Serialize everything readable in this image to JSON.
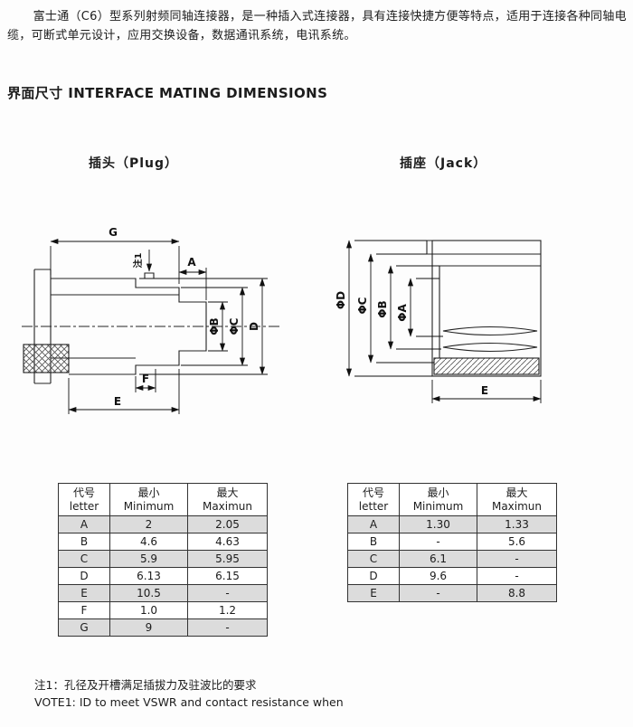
{
  "intro": "富士通（C6）型系列射频同轴连接器，是一种插入式连接器，具有连接快捷方便等特点，适用于连接各种同轴电缆，可断式单元设计，应用交换设备，数据通讯系统，电讯系统。",
  "section": {
    "title": "界面尺寸 INTERFACE MATING DIMENSIONS"
  },
  "plug": {
    "label": "插头（Plug）",
    "dims": {
      "g": "G",
      "note": "注1",
      "a": "A",
      "phiB": "ΦB",
      "phiC": "ΦC",
      "d": "D",
      "f": "F",
      "e": "E"
    },
    "table": {
      "headers": [
        {
          "cn": "代号",
          "en": "letter"
        },
        {
          "cn": "最小",
          "en": "Minimum"
        },
        {
          "cn": "最大",
          "en": "Maximun"
        }
      ],
      "rows": [
        [
          "A",
          "2",
          "2.05"
        ],
        [
          "B",
          "4.6",
          "4.63"
        ],
        [
          "C",
          "5.9",
          "5.95"
        ],
        [
          "D",
          "6.13",
          "6.15"
        ],
        [
          "E",
          "10.5",
          "-"
        ],
        [
          "F",
          "1.0",
          "1.2"
        ],
        [
          "G",
          "9",
          "-"
        ]
      ]
    }
  },
  "jack": {
    "label": "插座（Jack）",
    "dims": {
      "phiD": "ΦD",
      "phiC": "ΦC",
      "phiB": "ΦB",
      "phiA": "ΦA",
      "e": "E"
    },
    "table": {
      "headers": [
        {
          "cn": "代号",
          "en": "letter"
        },
        {
          "cn": "最小",
          "en": "Minimum"
        },
        {
          "cn": "最大",
          "en": "Maximun"
        }
      ],
      "rows": [
        [
          "A",
          "1.30",
          "1.33"
        ],
        [
          "B",
          "-",
          "5.6"
        ],
        [
          "C",
          "6.1",
          "-"
        ],
        [
          "D",
          "9.6",
          "-"
        ],
        [
          "E",
          "-",
          "8.8"
        ]
      ]
    }
  },
  "notes": {
    "cn": "注1：孔径及开槽满足插拔力及驻波比的要求",
    "en": "VOTE1: ID to meet VSWR and contact resistance when"
  }
}
